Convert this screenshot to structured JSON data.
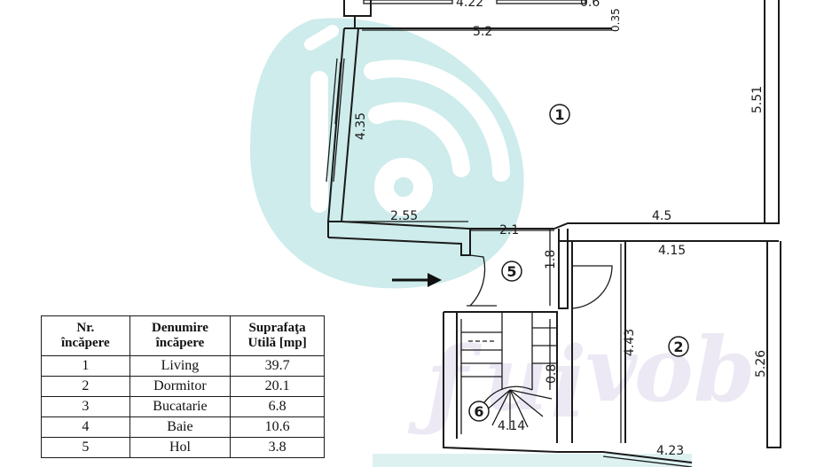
{
  "legend": {
    "headers": [
      [
        "Nr.",
        "încăpere"
      ],
      [
        "Denumire",
        "încăpere"
      ],
      [
        "Suprafaţa",
        "Utilă [mp]"
      ]
    ],
    "rows": [
      [
        "1",
        "Living",
        "39.7"
      ],
      [
        "2",
        "Dormitor",
        "20.1"
      ],
      [
        "3",
        "Bucatarie",
        "6.8"
      ],
      [
        "4",
        "Baie",
        "10.6"
      ],
      [
        "5",
        "Hol",
        "3.8"
      ]
    ]
  },
  "rooms": [
    "1",
    "2",
    "5",
    "6"
  ],
  "dimensions": {
    "top_a": "4.22",
    "top_b": "0.6",
    "top_c": "0.35",
    "top_width": "5.2",
    "right_height": "5.51",
    "left_height": "4.35",
    "mid_a": "2.55",
    "mid_b": "2.1",
    "mid_c": "4.5",
    "hall": "1.8",
    "bed_width": "4.15",
    "bed_height": "4.43",
    "bed_right": "5.26",
    "stair_gap": "0.8",
    "stair_width": "4.14",
    "bottom_width": "4.23"
  }
}
